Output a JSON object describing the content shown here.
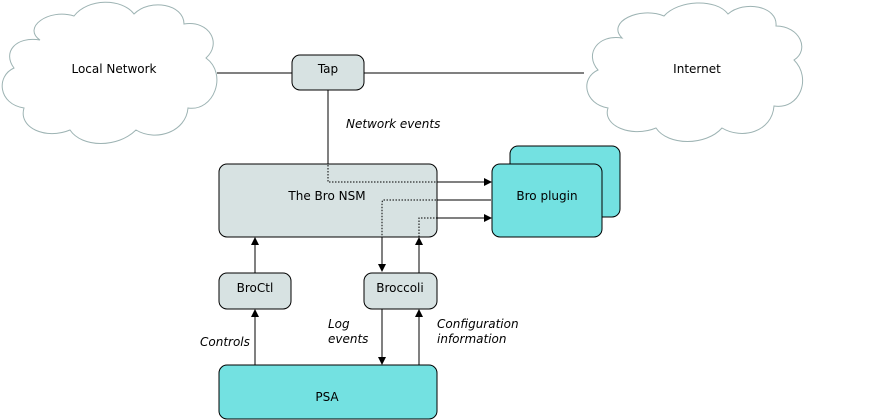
{
  "nodes": {
    "local_network": "Local Network",
    "internet": "Internet",
    "tap": "Tap",
    "bro_nsm": "The Bro NSM",
    "bro_plugin": "Bro plugin",
    "broctl": "BroCtl",
    "broccoli": "Broccoli",
    "psa": "PSA"
  },
  "edge_labels": {
    "network_events": "Network events",
    "controls": "Controls",
    "log_events_line1": "Log",
    "log_events_line2": "events",
    "configuration_line1": "Configuration",
    "configuration_line2": "information"
  },
  "colors": {
    "grey_box": "#d7e2e2",
    "cyan_box": "#73e1e1",
    "cloud_stroke": "#9db3b3"
  }
}
